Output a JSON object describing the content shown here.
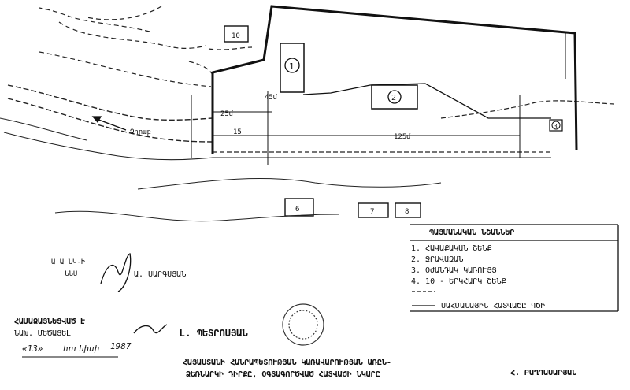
{
  "site_plan": {
    "markers": {
      "m1": "1",
      "m2": "2",
      "m3": "3"
    },
    "dimensions": {
      "d25": "25մ",
      "d45": "45մ",
      "d15": "15",
      "d125": "125մ"
    },
    "river_label": "Ձորաբ",
    "boxes": {
      "b10": "10",
      "b6": "6",
      "b7": "7",
      "b8": "8"
    }
  },
  "legend": {
    "title": "ՊԱՅՄԱՆԱԿԱՆ ՆՇԱՆՆԵՐ",
    "items": [
      "1. ՀԱՎԱՔԱԿԱՆ ՇԵՆՔ",
      "2. ՋՐԱՎԱԶԱՆ",
      "3. ՕԺԱՆԴԱԿ ԿԱՌՈՒՅՑ",
      "4. 10 - ԵՐԿՀԱՐԿ ՇԵՆՔ"
    ],
    "line_label": "ՍԱՀՄԱՆԱՅԻՆ ՀԱՏՎԱԾԸ ԳԾԻ"
  },
  "signatures": {
    "left_line1": "Ա Ա ՆԿ-Ի",
    "left_line2": "ՆՆՍ",
    "left_name": "Ա. ՍԱՐԳՍՅԱՆ",
    "approved_line1": "ՀԱՄԱՁԱՅՆԵՑՎԱԾ Է",
    "approved_line2": "ՆԱԽ. ՄԵԾԱՑԵԼ",
    "approved_name": "Լ. ՊԵՏՐՈՍՅԱՆ",
    "date_day": "«13»",
    "date_month": "հունիսի",
    "date_year": "1987"
  },
  "footer": {
    "main_line1": "ՀԱՅԱՍՏԱՆԻ ՀԱՆՐԱՊԵՏՈՒԹՅԱՆ ԿԱՌԱՎԱՐՈՒԹՅԱՆ ԱՌԸՆ-",
    "main_line2": "ՁԵՌՆԱՐԿԻ ԴԻՐՔԸ, ՕԳՏԱԳՈՐԾՎԱԾ ՀԱՏՎԱԾԻ ՆԿԱՐԸ",
    "right_name": "Հ. ԲԱՂԴԱՍԱՐՅԱՆ"
  }
}
